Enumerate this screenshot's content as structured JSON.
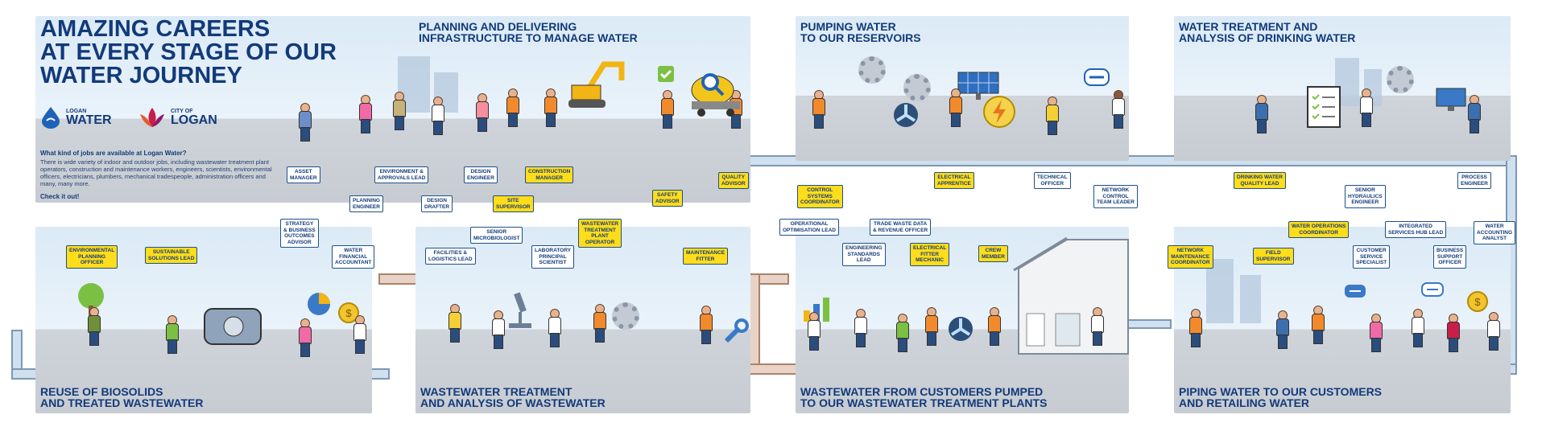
{
  "header": {
    "title": "AMAZING CAREERS\nAT EVERY STAGE OF OUR\nWATER JOURNEY",
    "intro_heading": "What kind of jobs are available at Logan Water?",
    "intro_text": "There is wide variety of indoor and outdoor jobs, including wastewater treatment plant operators, construction and maintenance workers, engineers, scientists, environmental officers, electricians, plumbers, mechanical tradespeople, administration officers and many, many more.",
    "cta": "Check it out!"
  },
  "logos": {
    "logan_water_small": "LOGAN",
    "logan_water_big": "WATER",
    "city_small": "CITY OF",
    "city_big": "LOGAN"
  },
  "panels": {
    "planning": "PLANNING AND DELIVERING\nINFRASTRUCTURE TO MANAGE WATER",
    "pumping": "PUMPING WATER\nTO OUR RESERVOIRS",
    "treatment": "WATER TREATMENT AND\nANALYSIS OF DRINKING WATER",
    "reuse": "REUSE OF BIOSOLIDS\nAND TREATED WASTEWATER",
    "wastewater": "WASTEWATER TREATMENT\nAND ANALYSIS OF WASTEWATER",
    "customers_pumped": "WASTEWATER FROM CUSTOMERS PUMPED\nTO OUR WASTEWATER TREATMENT PLANTS",
    "piping": "PIPING WATER TO OUR CUSTOMERS\nAND RETAILING WATER"
  },
  "tags": {
    "asset_manager": "ASSET\nMANAGER",
    "planning_engineer": "PLANNING\nENGINEER",
    "env_approvals": "ENVIRONMENT &\nAPPROVALS LEAD",
    "design_drafter": "DESIGN\nDRAFTER",
    "design_engineer": "DESIGN\nENGINEER",
    "site_supervisor": "SITE\nSUPERVISOR",
    "construction_manager": "CONSTRUCTION\nMANAGER",
    "safety_advisor": "SAFETY\nADVISOR",
    "quality_advisor": "QUALITY\nADVISOR",
    "control_systems": "CONTROL\nSYSTEMS\nCOORDINATOR",
    "electrical_apprentice": "ELECTRICAL\nAPPRENTICE",
    "technical_officer": "TECHNICAL\nOFFICER",
    "network_control": "NETWORK\nCONTROL\nTEAM LEADER",
    "drinking_water_quality": "DRINKING WATER\nQUALITY LEAD",
    "senior_hydraulics": "SENIOR\nHYDRAULICS\nENGINEER",
    "process_engineer": "PROCESS\nENGINEER",
    "env_planning": "ENVIRONMENTAL\nPLANNING\nOFFICER",
    "sustainable_solutions": "SUSTAINABLE\nSOLUTIONS LEAD",
    "strategy_advisor": "STRATEGY\n& BUSINESS\nOUTCOMES\nADVISOR",
    "water_financial": "WATER\nFINANCIAL\nACCOUNTANT",
    "facilities_logistics": "FACILITIES &\nLOGISTICS LEAD",
    "senior_microbiologist": "SENIOR\nMICROBIOLOGIST",
    "lab_scientist": "LABORATORY\nPRINCIPAL\nSCIENTIST",
    "wwtp_operator": "WASTEWATER\nTREATMENT\nPLANT\nOPERATOR",
    "maintenance_fitter": "MAINTENANCE\nFITTER",
    "operational_optimisation": "OPERATIONAL\nOPTIMISATION LEAD",
    "trade_waste": "TRADE WASTE DATA\n& REVENUE OFFICER",
    "engineering_standards": "ENGINEERING\nSTANDARDS\nLEAD",
    "electrical_fitter": "ELECTRICAL\nFITTER\nMECHANIC",
    "crew_member": "CREW\nMEMBER",
    "network_maintenance": "NETWORK\nMAINTENANCE\nCOORDINATOR",
    "field_supervisor": "FIELD\nSUPERVISOR",
    "water_ops_coord": "WATER OPERATIONS\nCOORDINATOR",
    "customer_service": "CUSTOMER\nSERVICE\nSPECIALIST",
    "integrated_services": "INTEGRATED\nSERVICES HUB LEAD",
    "business_support": "BUSINESS\nSUPPORT\nOFFICER",
    "water_accounting": "WATER\nACCOUNTING\nANALYST"
  },
  "colors": {
    "navy": "#123a7a",
    "tag_yellow": "#ffdd1a",
    "hi_vis_orange": "#f28a2c",
    "pipe_blue": "#cfe0ef",
    "pipe_copper": "#e9d3c6"
  }
}
